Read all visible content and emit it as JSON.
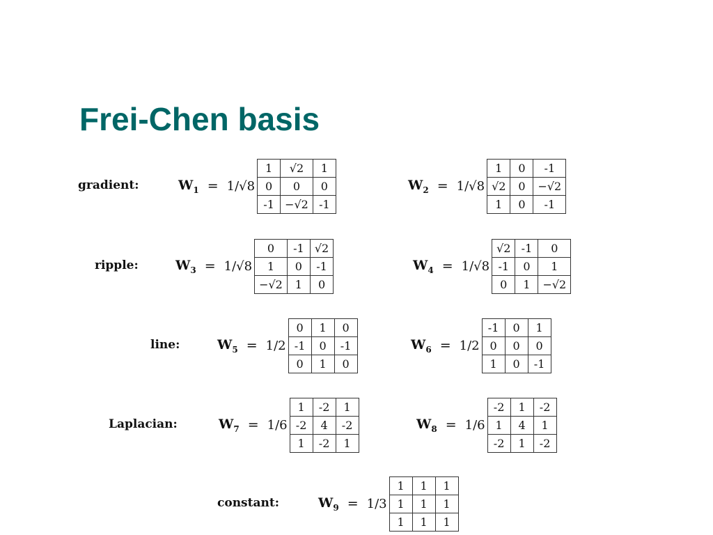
{
  "slide": {
    "title": "Frei-Chen basis"
  },
  "rows": [
    {
      "label": "gradient:",
      "left": {
        "w": "W",
        "sub": "1",
        "coef": "1/√8",
        "matrix": [
          [
            "1",
            "√2",
            "1"
          ],
          [
            "0",
            "0",
            "0"
          ],
          [
            "-1",
            "−√2",
            "-1"
          ]
        ]
      },
      "right": {
        "w": "W",
        "sub": "2",
        "coef": "1/√8",
        "matrix": [
          [
            "1",
            "0",
            "-1"
          ],
          [
            "√2",
            "0",
            "−√2"
          ],
          [
            "1",
            "0",
            "-1"
          ]
        ]
      }
    },
    {
      "label": "ripple:",
      "left": {
        "w": "W",
        "sub": "3",
        "coef": "1/√8",
        "matrix": [
          [
            "0",
            "-1",
            "√2"
          ],
          [
            "1",
            "0",
            "-1"
          ],
          [
            "−√2",
            "1",
            "0"
          ]
        ]
      },
      "right": {
        "w": "W",
        "sub": "4",
        "coef": "1/√8",
        "matrix": [
          [
            "√2",
            "-1",
            "0"
          ],
          [
            "-1",
            "0",
            "1"
          ],
          [
            "0",
            "1",
            "−√2"
          ]
        ]
      }
    },
    {
      "label": "line:",
      "left": {
        "w": "W",
        "sub": "5",
        "coef": "1/2",
        "matrix": [
          [
            "0",
            "1",
            "0"
          ],
          [
            "-1",
            "0",
            "-1"
          ],
          [
            "0",
            "1",
            "0"
          ]
        ]
      },
      "right": {
        "w": "W",
        "sub": "6",
        "coef": "1/2",
        "matrix": [
          [
            "-1",
            "0",
            "1"
          ],
          [
            "0",
            "0",
            "0"
          ],
          [
            "1",
            "0",
            "-1"
          ]
        ]
      }
    },
    {
      "label": "Laplacian:",
      "left": {
        "w": "W",
        "sub": "7",
        "coef": "1/6",
        "matrix": [
          [
            "1",
            "-2",
            "1"
          ],
          [
            "-2",
            "4",
            "-2"
          ],
          [
            "1",
            "-2",
            "1"
          ]
        ]
      },
      "right": {
        "w": "W",
        "sub": "8",
        "coef": "1/6",
        "matrix": [
          [
            "-2",
            "1",
            "-2"
          ],
          [
            "1",
            "4",
            "1"
          ],
          [
            "-2",
            "1",
            "-2"
          ]
        ]
      }
    },
    {
      "label": "constant:",
      "left": {
        "w": "W",
        "sub": "9",
        "coef": "1/3",
        "matrix": [
          [
            "1",
            "1",
            "1"
          ],
          [
            "1",
            "1",
            "1"
          ],
          [
            "1",
            "1",
            "1"
          ]
        ]
      }
    }
  ]
}
